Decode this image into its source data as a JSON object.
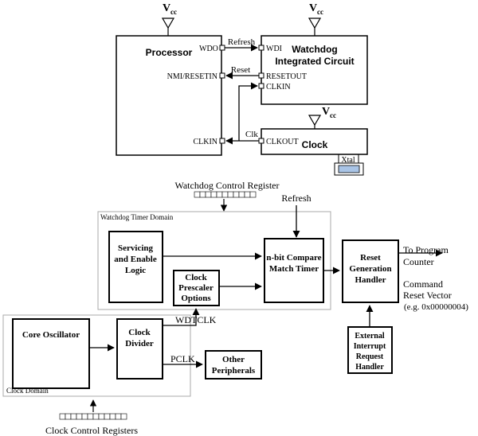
{
  "top": {
    "vcc": "V",
    "vcc_sub": "cc",
    "processor": "Processor",
    "watchdog_line1": "Watchdog",
    "watchdog_line2": "Integrated Circuit",
    "clock": "Clock",
    "xtal": "Xtal",
    "pins": {
      "wdo": "WDO",
      "wdi": "WDI",
      "nmi_resetin": "NMI/RESETIN",
      "resetout": "RESETOUT",
      "clkin_wd": "CLKIN",
      "clkin_proc": "CLKIN",
      "clkout": "CLKOUT"
    },
    "signals": {
      "refresh": "Refresh",
      "reset": "Reset",
      "clk": "Clk"
    }
  },
  "bottom": {
    "watchdog_control_register": "Watchdog Control Register",
    "refresh": "Refresh",
    "wdt_domain": "Watchdog Timer Domain",
    "servicing_line1": "Servicing",
    "servicing_line2": "and Enable",
    "servicing_line3": "Logic",
    "prescaler_line1": "Clock",
    "prescaler_line2": "Prescaler",
    "prescaler_line3": "Options",
    "compare_line1": "n-bit Compare",
    "compare_line2": "Match Timer",
    "reset_gen_line1": "Reset",
    "reset_gen_line2": "Generation",
    "reset_gen_line3": "Handler",
    "to_program_line1": "To Program",
    "to_program_line2": "Counter",
    "command_line1": "Command",
    "command_line2": "Reset Vector",
    "command_line3": "(e.g. 0x00000004)",
    "ext_int_line1": "External",
    "ext_int_line2": "Interrupt",
    "ext_int_line3": "Request",
    "ext_int_line4": "Handler",
    "core_oscillator": "Core Oscillator",
    "clock_divider_line1": "Clock",
    "clock_divider_line2": "Divider",
    "wdtclk": "WDTCLK",
    "pclk": "PCLK",
    "other_line1": "Other",
    "other_line2": "Peripherals",
    "clock_domain": "Clock Domain",
    "clock_control_registers": "Clock Control Registers"
  }
}
